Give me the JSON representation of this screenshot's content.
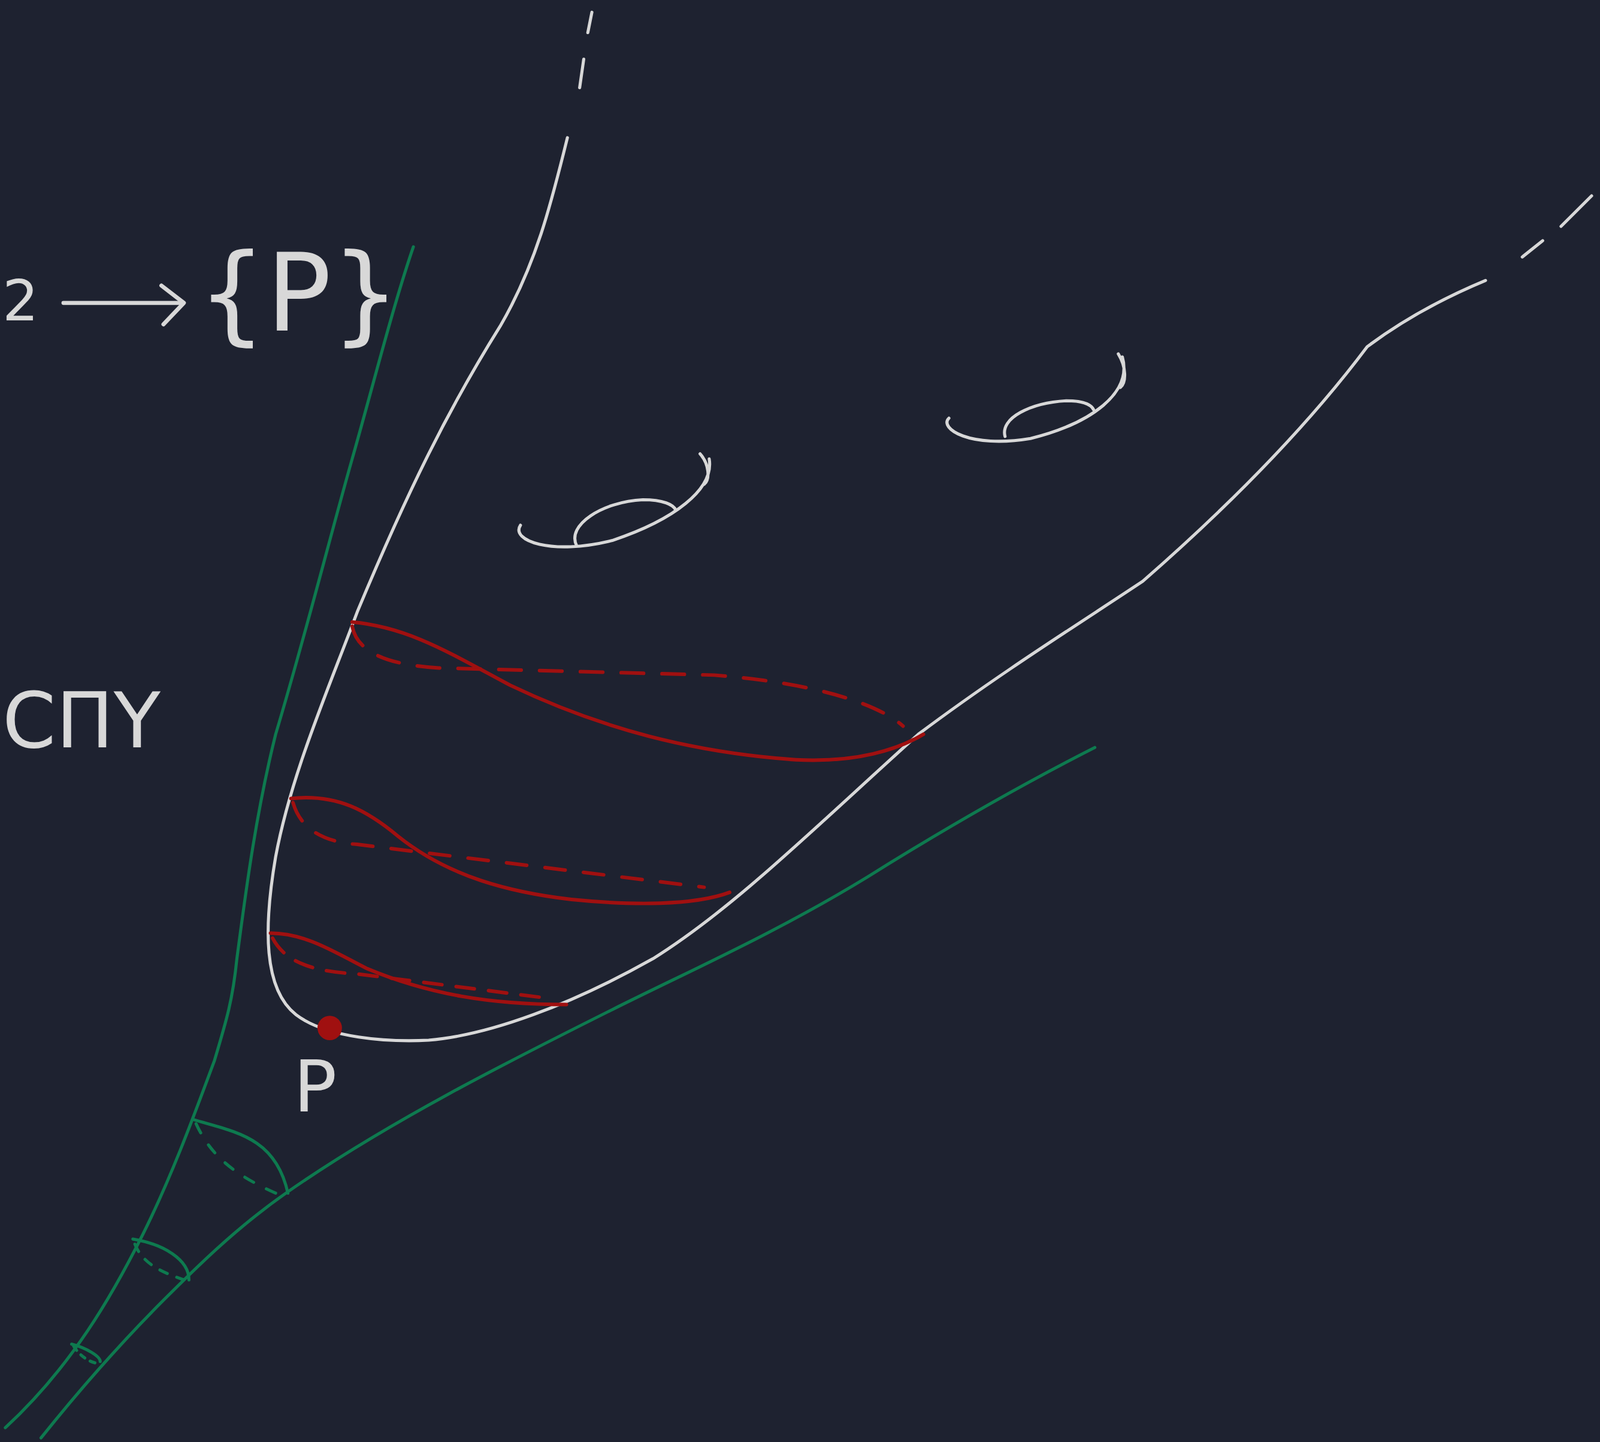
{
  "diagram": {
    "labels": [
      "2",
      "{P}",
      "CΠY",
      "P"
    ]
  }
}
